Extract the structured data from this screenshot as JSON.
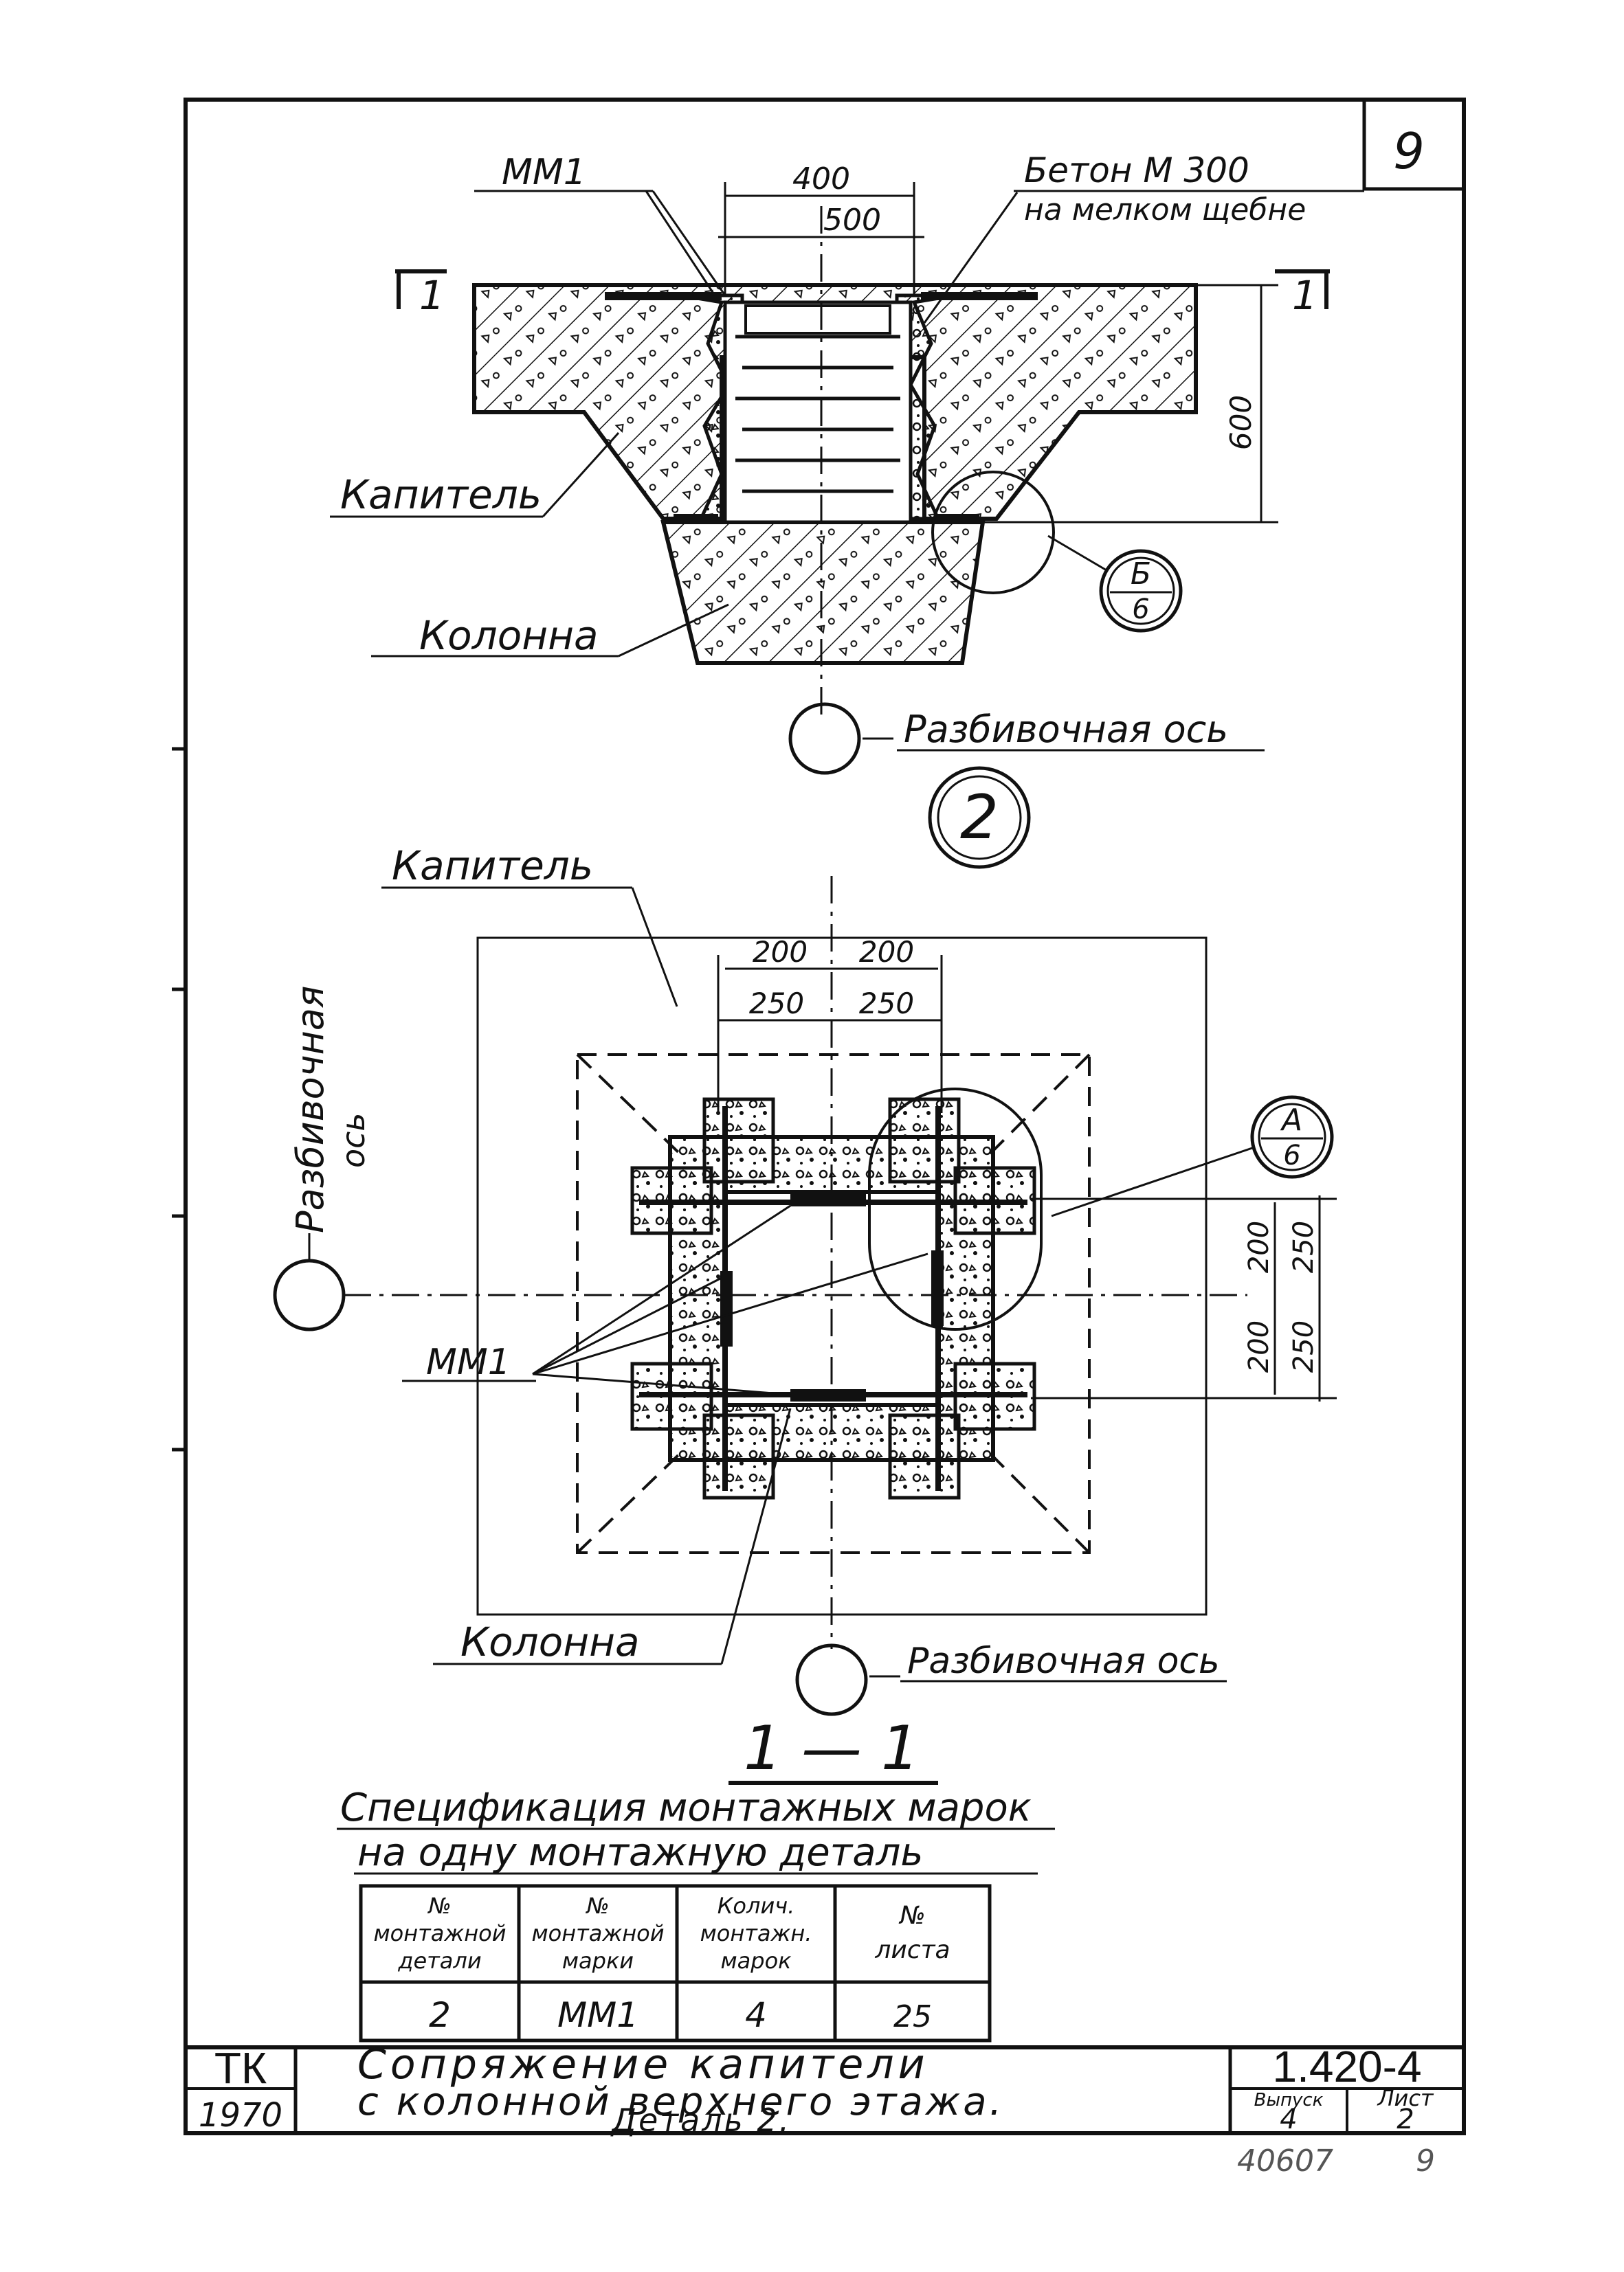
{
  "sheet_number": "9",
  "section_view": {
    "label_mm1": "ММ1",
    "dim_top_400": "400",
    "dim_top_500": "500",
    "concrete_note_line1": "Бетон М 300",
    "concrete_note_line2": "на мелком щебне",
    "section_mark_left": "1",
    "section_mark_right": "1",
    "dim_height_600": "600",
    "label_capital": "Капитель",
    "label_column": "Колонна",
    "callout_b_top": "Б",
    "callout_b_bottom": "6",
    "axis_label": "Разбивочная ось",
    "detail_number": "2"
  },
  "plan_view": {
    "label_capital": "Капитель",
    "dim_200_left": "200",
    "dim_200_right": "200",
    "dim_250_left": "250",
    "dim_250_right": "250",
    "axis_label_vertical_line1": "Разбивочная",
    "axis_label_vertical_line2": "ось",
    "callout_a_top": "А",
    "callout_a_bottom": "6",
    "dim_v_200_top": "200",
    "dim_v_200_bottom": "200",
    "dim_v_250_top": "250",
    "dim_v_250_bottom": "250",
    "label_mm1": "ММ1",
    "label_column": "Колонна",
    "axis_label": "Разбивочная ось",
    "section_title": "1 — 1"
  },
  "specification": {
    "title_line1": "Спецификация монтажных марок",
    "title_line2": "на одну монтажную деталь",
    "headers": [
      [
        "№",
        "монтажной",
        "детали"
      ],
      [
        "№",
        "монтажной",
        "марки"
      ],
      [
        "Колич.",
        "монтажн.",
        "марок"
      ],
      [
        "№",
        "листа"
      ]
    ],
    "rows": [
      [
        "2",
        "ММ1",
        "4",
        "25"
      ]
    ]
  },
  "title_block": {
    "org": "ТК",
    "year": "1970",
    "title_line1": "Сопряжение капители",
    "title_line2": "с колонной верхнего этажа.",
    "title_line3": "Деталь 2.",
    "series": "1.420-4",
    "issue_label": "Выпуск",
    "issue_value": "4",
    "sheet_label": "Лист",
    "sheet_value": "2"
  },
  "inventory_number": "40607",
  "inventory_sheet": "9"
}
